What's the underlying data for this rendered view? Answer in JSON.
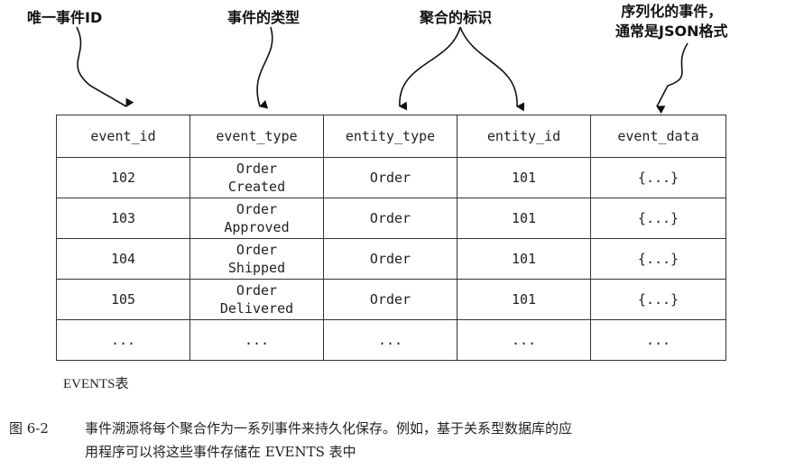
{
  "annotations": {
    "event_id": "唯一事件ID",
    "event_type": "事件的类型",
    "aggregate": "聚合的标识",
    "serialized_line1": "序列化的事件，",
    "serialized_line2": "通常是JSON格式"
  },
  "table": {
    "headers": [
      "event_id",
      "event_type",
      "entity_type",
      "entity_id",
      "event_data"
    ],
    "rows": [
      {
        "event_id": "102",
        "event_type_1": "Order",
        "event_type_2": "Created",
        "entity_type": "Order",
        "entity_id": "101",
        "event_data": "{...}"
      },
      {
        "event_id": "103",
        "event_type_1": "Order",
        "event_type_2": "Approved",
        "entity_type": "Order",
        "entity_id": "101",
        "event_data": "{...}"
      },
      {
        "event_id": "104",
        "event_type_1": "Order",
        "event_type_2": "Shipped",
        "entity_type": "Order",
        "entity_id": "101",
        "event_data": "{...}"
      },
      {
        "event_id": "105",
        "event_type_1": "Order",
        "event_type_2": "Delivered",
        "entity_type": "Order",
        "entity_id": "101",
        "event_data": "{...}"
      },
      {
        "event_id": "...",
        "event_type_1": "...",
        "event_type_2": "",
        "entity_type": "...",
        "entity_id": "...",
        "event_data": "..."
      }
    ],
    "caption": "EVENTS表"
  },
  "figure": {
    "label": "图 6-2",
    "caption_line1": "事件溯源将每个聚合作为一系列事件来持久化保存。例如，基于关系型数据库的应",
    "caption_line2": "用程序可以将这些事件存储在 EVENTS 表中"
  }
}
